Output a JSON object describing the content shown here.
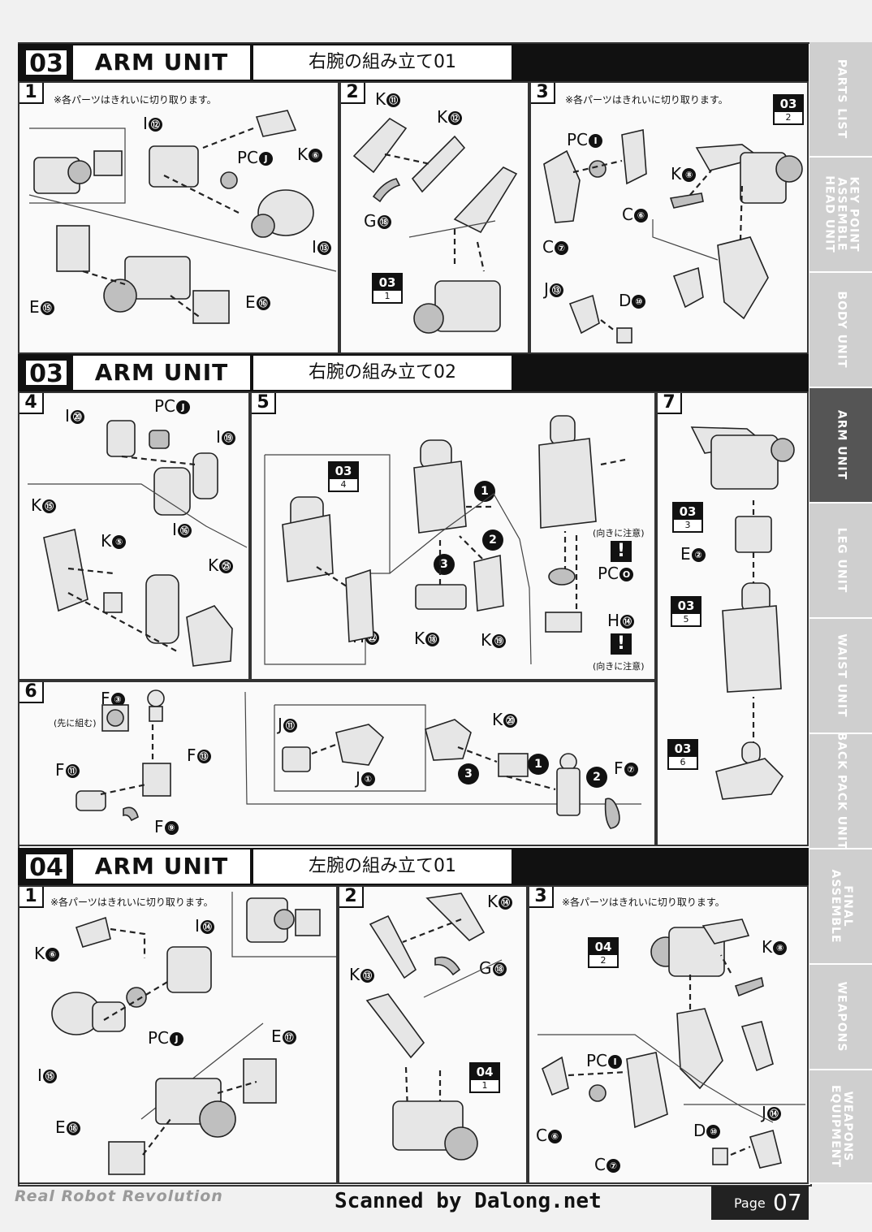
{
  "sections": [
    {
      "num": "03",
      "title": "ARM UNIT",
      "subtitle": "右腕の組み立て01"
    },
    {
      "num": "03",
      "title": "ARM UNIT",
      "subtitle": "右腕の組み立て02"
    },
    {
      "num": "04",
      "title": "ARM UNIT",
      "subtitle": "左腕の組み立て01"
    }
  ],
  "steps": [
    "1",
    "2",
    "3",
    "4",
    "5",
    "6",
    "7",
    "1",
    "2",
    "3"
  ],
  "notes": {
    "clean_cut": "※各パーツはきれいに切り取ります。",
    "direction": "(向きに注意)",
    "pre_assemble": "(先に組む)"
  },
  "parts": {
    "s1": [
      {
        "p": "I",
        "n": "⑫"
      },
      {
        "p": "PC",
        "n": "J"
      },
      {
        "p": "K",
        "n": "⑥"
      },
      {
        "p": "I",
        "n": "⑬"
      },
      {
        "p": "E",
        "n": "⑮"
      },
      {
        "p": "E",
        "n": "⑯"
      }
    ],
    "s2": [
      {
        "p": "K",
        "n": "⑪"
      },
      {
        "p": "K",
        "n": "⑫"
      },
      {
        "p": "G",
        "n": "⑱"
      }
    ],
    "s3": [
      {
        "p": "PC",
        "n": "I"
      },
      {
        "p": "K",
        "n": "⑧"
      },
      {
        "p": "C",
        "n": "⑥"
      },
      {
        "p": "C",
        "n": "⑦"
      },
      {
        "p": "J",
        "n": "⑬"
      },
      {
        "p": "D",
        "n": "⑩"
      }
    ],
    "s4": [
      {
        "p": "I",
        "n": "⑳"
      },
      {
        "p": "PC",
        "n": "J"
      },
      {
        "p": "I",
        "n": "⑲"
      },
      {
        "p": "K",
        "n": "⑮"
      },
      {
        "p": "K",
        "n": "⑤"
      },
      {
        "p": "I",
        "n": "⑯"
      },
      {
        "p": "K",
        "n": "㉕"
      }
    ],
    "s5": [
      {
        "p": "H",
        "n": "㉒"
      },
      {
        "p": "K",
        "n": "⑱"
      },
      {
        "p": "K",
        "n": "⑲"
      },
      {
        "p": "PC",
        "n": "O"
      },
      {
        "p": "H",
        "n": "⑭"
      }
    ],
    "s7": [
      {
        "p": "E",
        "n": "②"
      }
    ],
    "s6": [
      {
        "p": "F",
        "n": "③"
      },
      {
        "p": "F",
        "n": "⑬"
      },
      {
        "p": "F",
        "n": "⑪"
      },
      {
        "p": "F",
        "n": "⑨"
      },
      {
        "p": "J",
        "n": "⑪"
      },
      {
        "p": "J",
        "n": "①"
      },
      {
        "p": "K",
        "n": "⑳"
      },
      {
        "p": "F",
        "n": "⑦"
      }
    ],
    "s8": [
      {
        "p": "I",
        "n": "⑭"
      },
      {
        "p": "K",
        "n": "⑥"
      },
      {
        "p": "PC",
        "n": "J"
      },
      {
        "p": "I",
        "n": "⑮"
      },
      {
        "p": "E",
        "n": "⑰"
      },
      {
        "p": "E",
        "n": "⑱"
      }
    ],
    "s9": [
      {
        "p": "K",
        "n": "⑭"
      },
      {
        "p": "K",
        "n": "⑬"
      },
      {
        "p": "G",
        "n": "⑱"
      }
    ],
    "s10": [
      {
        "p": "K",
        "n": "⑧"
      },
      {
        "p": "PC",
        "n": "I"
      },
      {
        "p": "C",
        "n": "⑥"
      },
      {
        "p": "C",
        "n": "⑦"
      },
      {
        "p": "D",
        "n": "⑩"
      },
      {
        "p": "J",
        "n": "⑭"
      }
    ]
  },
  "refs": [
    {
      "t": "03",
      "b": "2"
    },
    {
      "t": "03",
      "b": "1"
    },
    {
      "t": "03",
      "b": "4"
    },
    {
      "t": "03",
      "b": "3"
    },
    {
      "t": "03",
      "b": "5"
    },
    {
      "t": "03",
      "b": "6"
    },
    {
      "t": "04",
      "b": "2"
    },
    {
      "t": "04",
      "b": "1"
    }
  ],
  "order_marks": [
    "1",
    "2",
    "3",
    "1",
    "2",
    "3"
  ],
  "sidebar": [
    {
      "label": "PARTS LIST",
      "active": false
    },
    {
      "label": "KEY POINT\nASSEMBLE\nHEAD UNIT",
      "active": false
    },
    {
      "label": "BODY UNIT",
      "active": false
    },
    {
      "label": "ARM UNIT",
      "active": true
    },
    {
      "label": "LEG UNIT",
      "active": false
    },
    {
      "label": "WAIST UNIT",
      "active": false
    },
    {
      "label": "BACK PACK UNIT",
      "active": false
    },
    {
      "label": "FINAL\nASSEMBLE",
      "active": false
    },
    {
      "label": "WEAPONS",
      "active": false
    },
    {
      "label": "WEAPONS\nEQUIPMENT",
      "active": false
    }
  ],
  "footer": {
    "brand": "Real Robot Revolution",
    "scanned": "Scanned by Dalong.net",
    "page_label": "Page",
    "page_num": "07"
  }
}
